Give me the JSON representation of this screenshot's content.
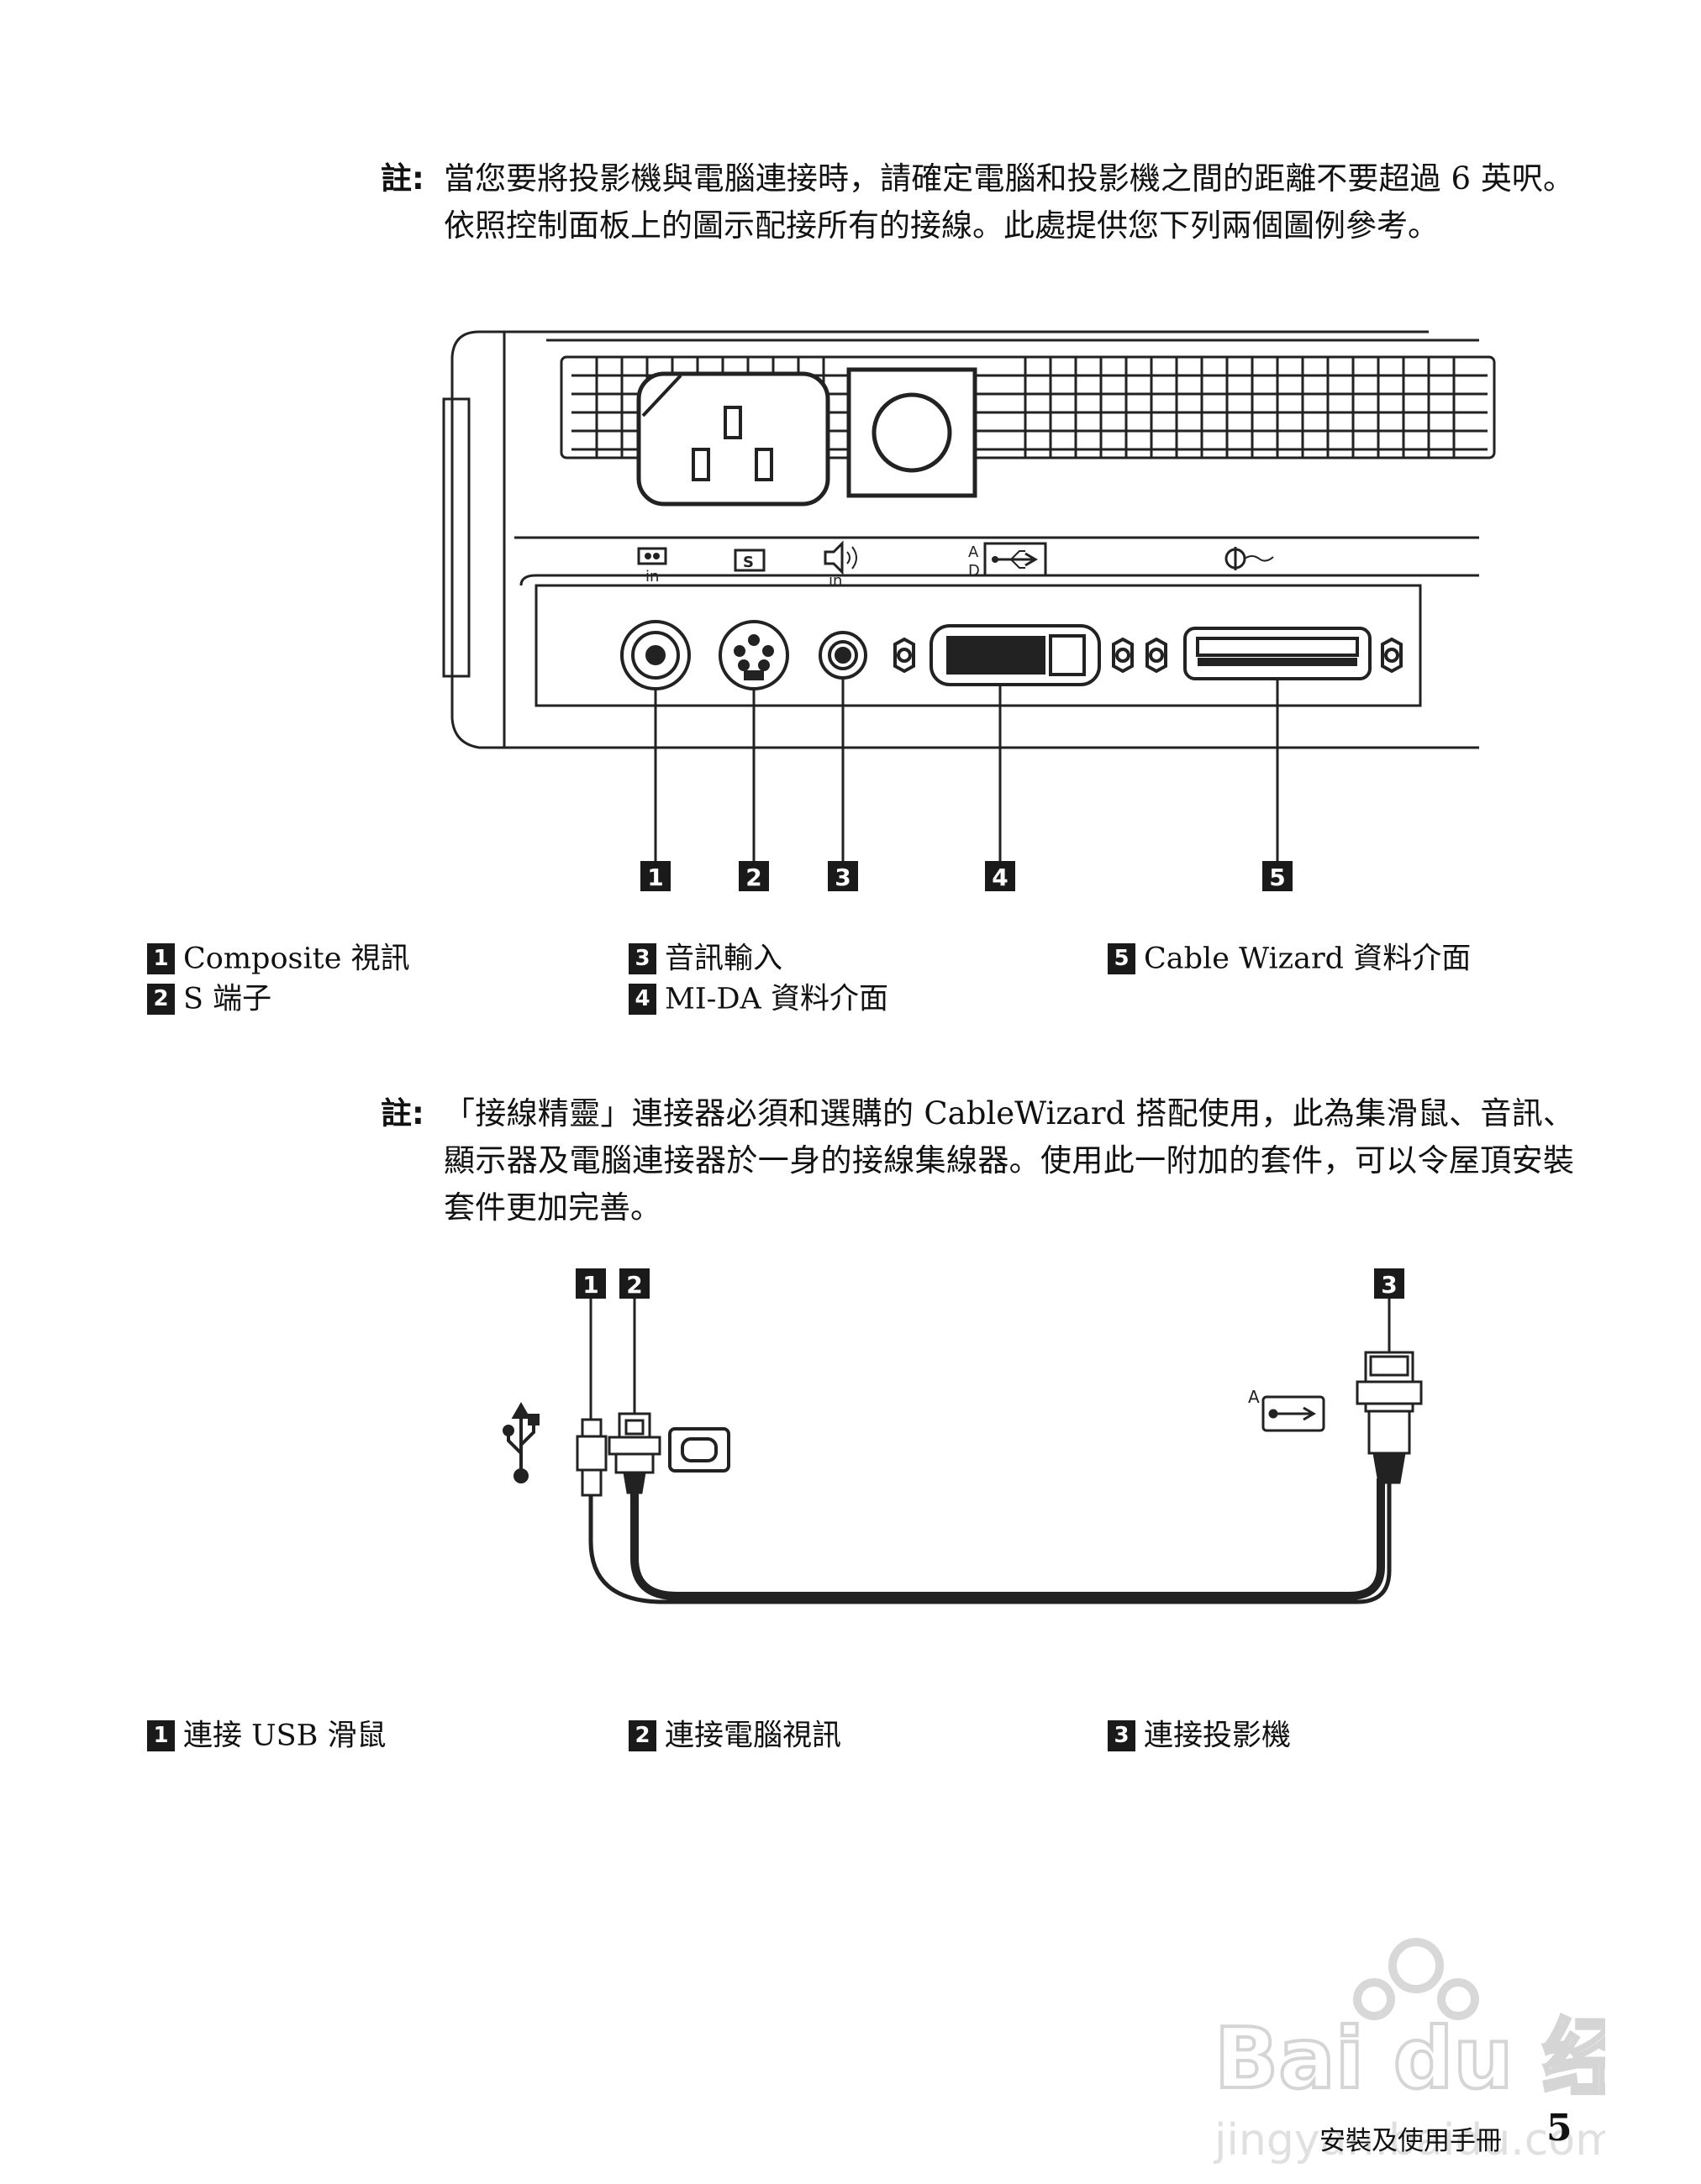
{
  "note1": {
    "label": "註:",
    "text": "當您要將投影機與電腦連接時，請確定電腦和投影機之間的距離不要超過 6 英呎。依照控制面板上的圖示配接所有的接線。此處提供您下列兩個圖例參考。"
  },
  "figure1": {
    "port_icons": [
      "in",
      "S",
      "in",
      "A",
      "D"
    ],
    "callouts": [
      "1",
      "2",
      "3",
      "4",
      "5"
    ]
  },
  "legend1": [
    {
      "num": "1",
      "text": "Composite 視訊"
    },
    {
      "num": "2",
      "text": "S 端子"
    },
    {
      "num": "3",
      "text": "音訊輸入"
    },
    {
      "num": "4",
      "text": "MI-DA 資料介面"
    },
    {
      "num": "5",
      "text": "Cable Wizard 資料介面"
    }
  ],
  "note2": {
    "label": "註:",
    "text": "「接線精靈」連接器必須和選購的 CableWizard 搭配使用，此為集滑鼠、音訊、顯示器及電腦連接器於一身的接線集線器。使用此一附加的套件，可以令屋頂安裝套件更加完善。"
  },
  "figure2": {
    "callouts": [
      "1",
      "2",
      "3"
    ],
    "port_label": "A"
  },
  "legend2": [
    {
      "num": "1",
      "text": "連接 USB 滑鼠"
    },
    {
      "num": "2",
      "text": "連接電腦視訊"
    },
    {
      "num": "3",
      "text": "連接投影機"
    }
  ],
  "footer": {
    "title": "安裝及使用手冊",
    "page": "5"
  },
  "watermark": {
    "logo_text": "Bai du 经验",
    "url_text": "jingyan.baidu.com"
  }
}
